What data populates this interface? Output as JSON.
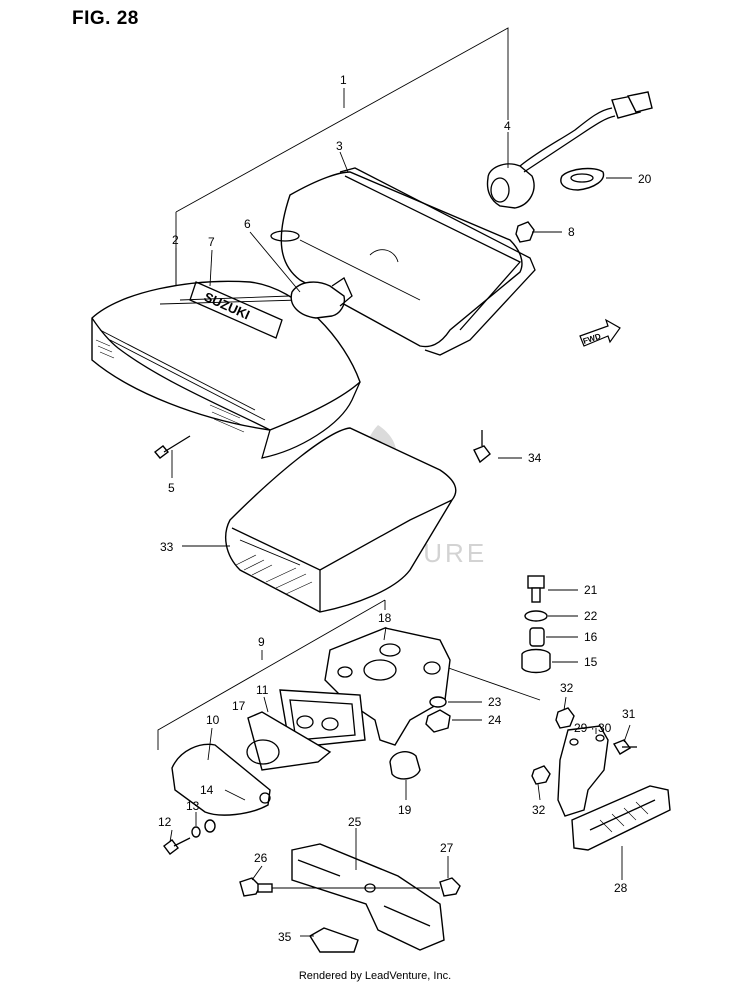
{
  "figure": {
    "title": "FIG. 28"
  },
  "watermark": {
    "text": "LEADVENTURE",
    "logo_icon": "leadventure-flame-v-logo"
  },
  "badges": {
    "suzuki": "SUZUKI",
    "fwd": "FWD"
  },
  "callouts": [
    "1",
    "2",
    "3",
    "4",
    "5",
    "6",
    "7",
    "8",
    "9",
    "10",
    "11",
    "12",
    "13",
    "14",
    "15",
    "16",
    "17",
    "18",
    "19",
    "20",
    "21",
    "22",
    "23",
    "24",
    "25",
    "26",
    "27",
    "28",
    "29 · 30",
    "31",
    "32",
    "33",
    "34",
    "35"
  ],
  "footer": {
    "text": "Rendered by LeadVenture, Inc."
  }
}
